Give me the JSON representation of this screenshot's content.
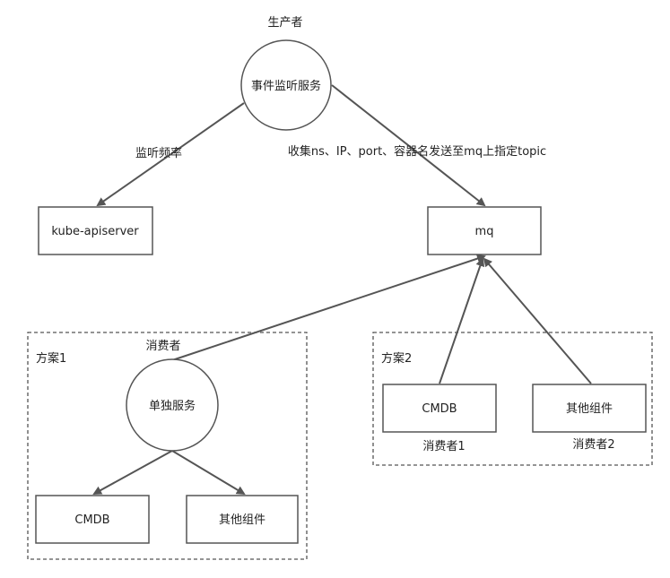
{
  "producer": {
    "role_label": "生产者",
    "service_label": "事件监听服务"
  },
  "kube_apiserver": {
    "label": "kube-apiserver"
  },
  "mq": {
    "label": "mq"
  },
  "edges": {
    "watch_label": "监听频率",
    "publish_label": "收集ns、IP、port、容器名发送至mq上指定topic"
  },
  "plan1": {
    "title": "方案1",
    "consumer_label": "消费者",
    "service_label": "单独服务",
    "cmdb_label": "CMDB",
    "other_label": "其他组件"
  },
  "plan2": {
    "title": "方案2",
    "cmdb_label": "CMDB",
    "cmdb_consumer_label": "消费者1",
    "other_label": "其他组件",
    "other_consumer_label": "消费者2"
  }
}
